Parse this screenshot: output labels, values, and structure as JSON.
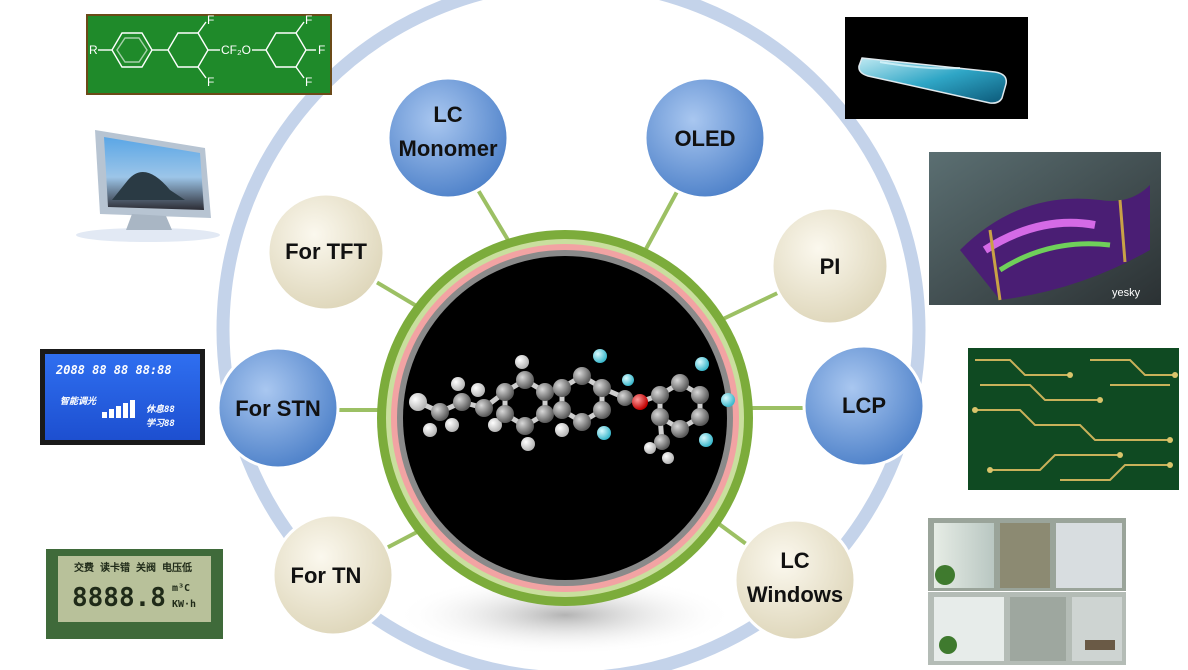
{
  "colors": {
    "ring": "#c4d3ea",
    "blue_node": "#5b8fd4",
    "beige_node": "#ece6d2",
    "green_ring": "#7cac3b",
    "pink_ring": "#f2a3a3",
    "connector": "#9cc064"
  },
  "nodes": {
    "lc_monomer": {
      "line1": "LC",
      "line2": "Monomer"
    },
    "oled": {
      "label": "OLED"
    },
    "for_tft": {
      "label": "For TFT"
    },
    "pi": {
      "label": "PI"
    },
    "for_stn": {
      "label": "For STN"
    },
    "lcp": {
      "label": "LCP"
    },
    "for_tn": {
      "label": "For TN"
    },
    "lc_windows": {
      "line1": "LC",
      "line2": "Windows"
    }
  },
  "chem_structure": {
    "r": "R",
    "f_top": "F",
    "f_bottom": "F",
    "linker": "CF₂O",
    "f_right_top": "F",
    "f_right_mid": "F",
    "f_right_bottom": "F"
  },
  "stn_display": {
    "row1": "2088 88 88 88:88",
    "row2": "智能调光",
    "row3": "休息88",
    "row4": "学习88"
  },
  "tn_display": {
    "header": "交费 读卡错 关阀 电压低",
    "digits": "8888.8",
    "unit_top": "m³C",
    "unit_bottom": "KW·h"
  },
  "pi_photo": {
    "watermark": "yesky"
  }
}
